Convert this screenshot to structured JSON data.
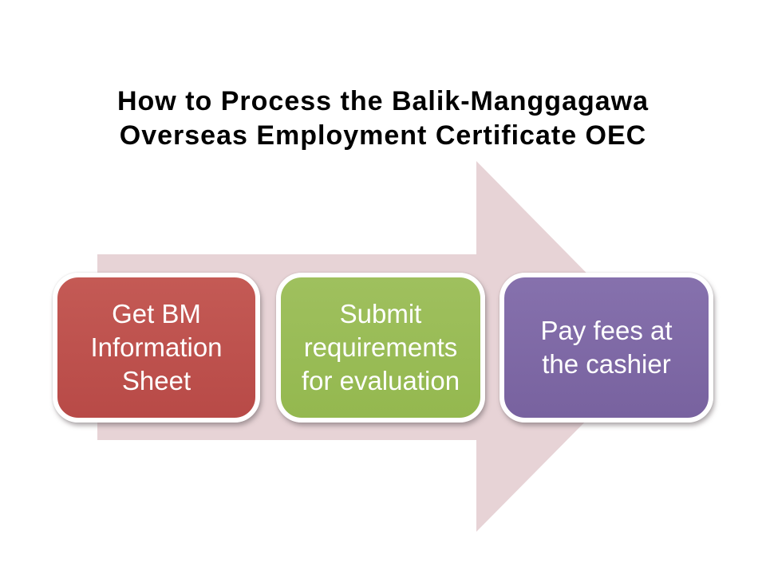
{
  "slide": {
    "background": "#ffffff",
    "title": {
      "line1": "How to Process the Balik-Manggagawa",
      "line2": "Overseas Employment Certificate OEC",
      "color": "#000000"
    }
  },
  "arrow": {
    "shape": "right-arrow",
    "fill": "#e7d3d6"
  },
  "process": {
    "text_color": "#ffffff",
    "steps": [
      {
        "label": "Get BM Information Sheet",
        "lines": [
          "Get BM",
          "Information",
          "Sheet"
        ],
        "theme_color": "#c0504d",
        "color_top": "#c45a55",
        "color_bottom": "#b84a47"
      },
      {
        "label": "Submit requirements for evaluation",
        "lines": [
          "Submit",
          "requirements",
          "for evaluation"
        ],
        "theme_color": "#9bbb59",
        "color_top": "#9fc05e",
        "color_bottom": "#94b84f"
      },
      {
        "label": "Pay fees at the cashier",
        "lines": [
          "Pay fees at",
          "the cashier"
        ],
        "theme_color": "#8064a2",
        "color_top": "#8671ad",
        "color_bottom": "#78629f"
      }
    ]
  }
}
